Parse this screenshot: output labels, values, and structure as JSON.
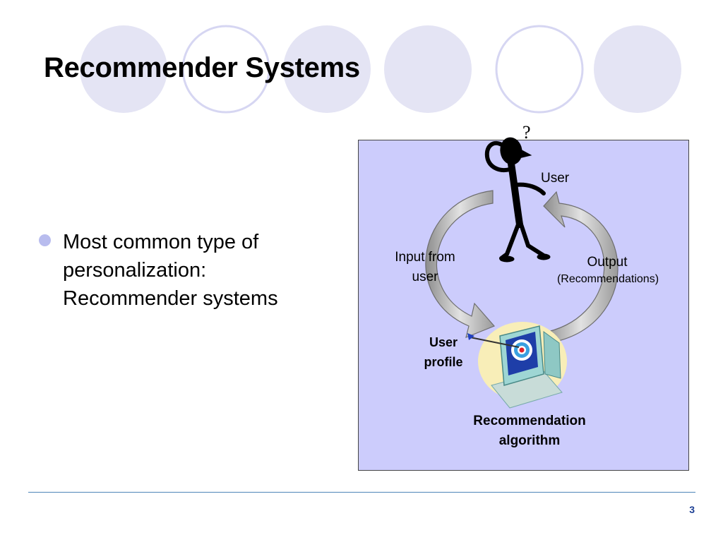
{
  "slide": {
    "title": "Recommender Systems",
    "bullet_lines": [
      "Most common type of",
      "personalization:",
      "Recommender systems"
    ],
    "page_number": "3"
  },
  "diagram": {
    "question_mark": "?",
    "user_label": "User",
    "input_label_lines": [
      "Input from",
      "user"
    ],
    "output_label": "Output",
    "output_sublabel": "(Recommendations)",
    "profile_label_lines": [
      "User",
      "profile"
    ],
    "algorithm_label_lines": [
      "Recommendation",
      "algorithm"
    ]
  },
  "colors": {
    "circle_fill": "#e4e4f4",
    "circle_outline": "#d4d4f2",
    "diagram_background": "#ccccfc",
    "bullet": "#b8bcee",
    "footer_line": "#4f86b8",
    "page_number": "#1c3f94"
  }
}
